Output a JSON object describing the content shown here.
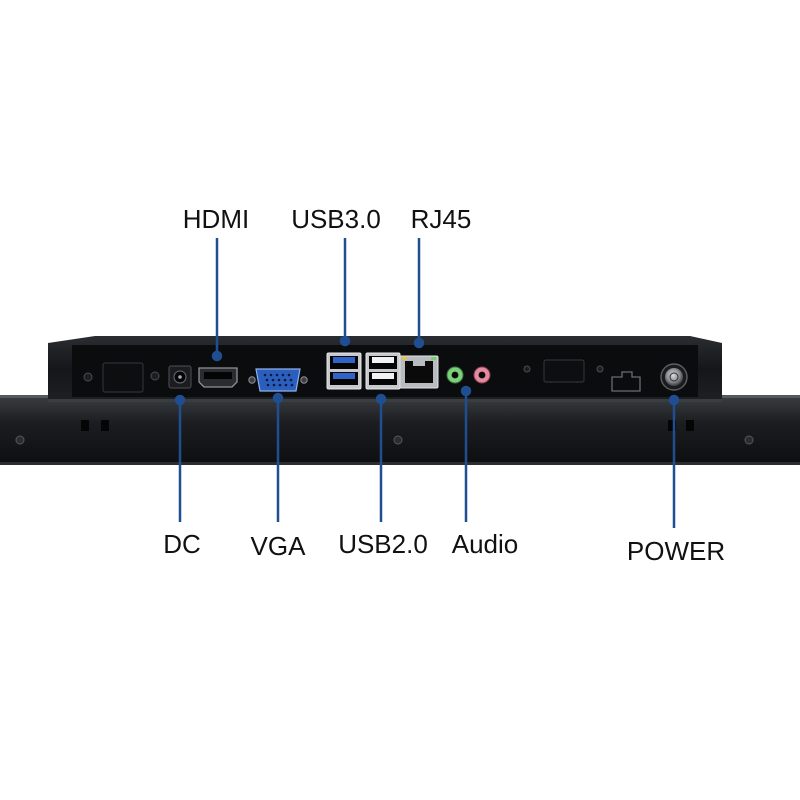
{
  "colors": {
    "background": "#ffffff",
    "leader_line": "#1f4e91",
    "label_text": "#111111",
    "chassis_dark": "#111316",
    "panel_face": "#0b0c0e",
    "usb3_blue": "#2f63c8",
    "vga_blue": "#2a5fbf",
    "audio_green": "#7bd07a",
    "audio_pink": "#e38aa0"
  },
  "labels": {
    "hdmi": "HDMI",
    "usb3": "USB3.0",
    "rj45": "RJ45",
    "dc": "DC",
    "vga": "VGA",
    "usb2": "USB2.0",
    "audio": "Audio",
    "power": "POWER"
  }
}
